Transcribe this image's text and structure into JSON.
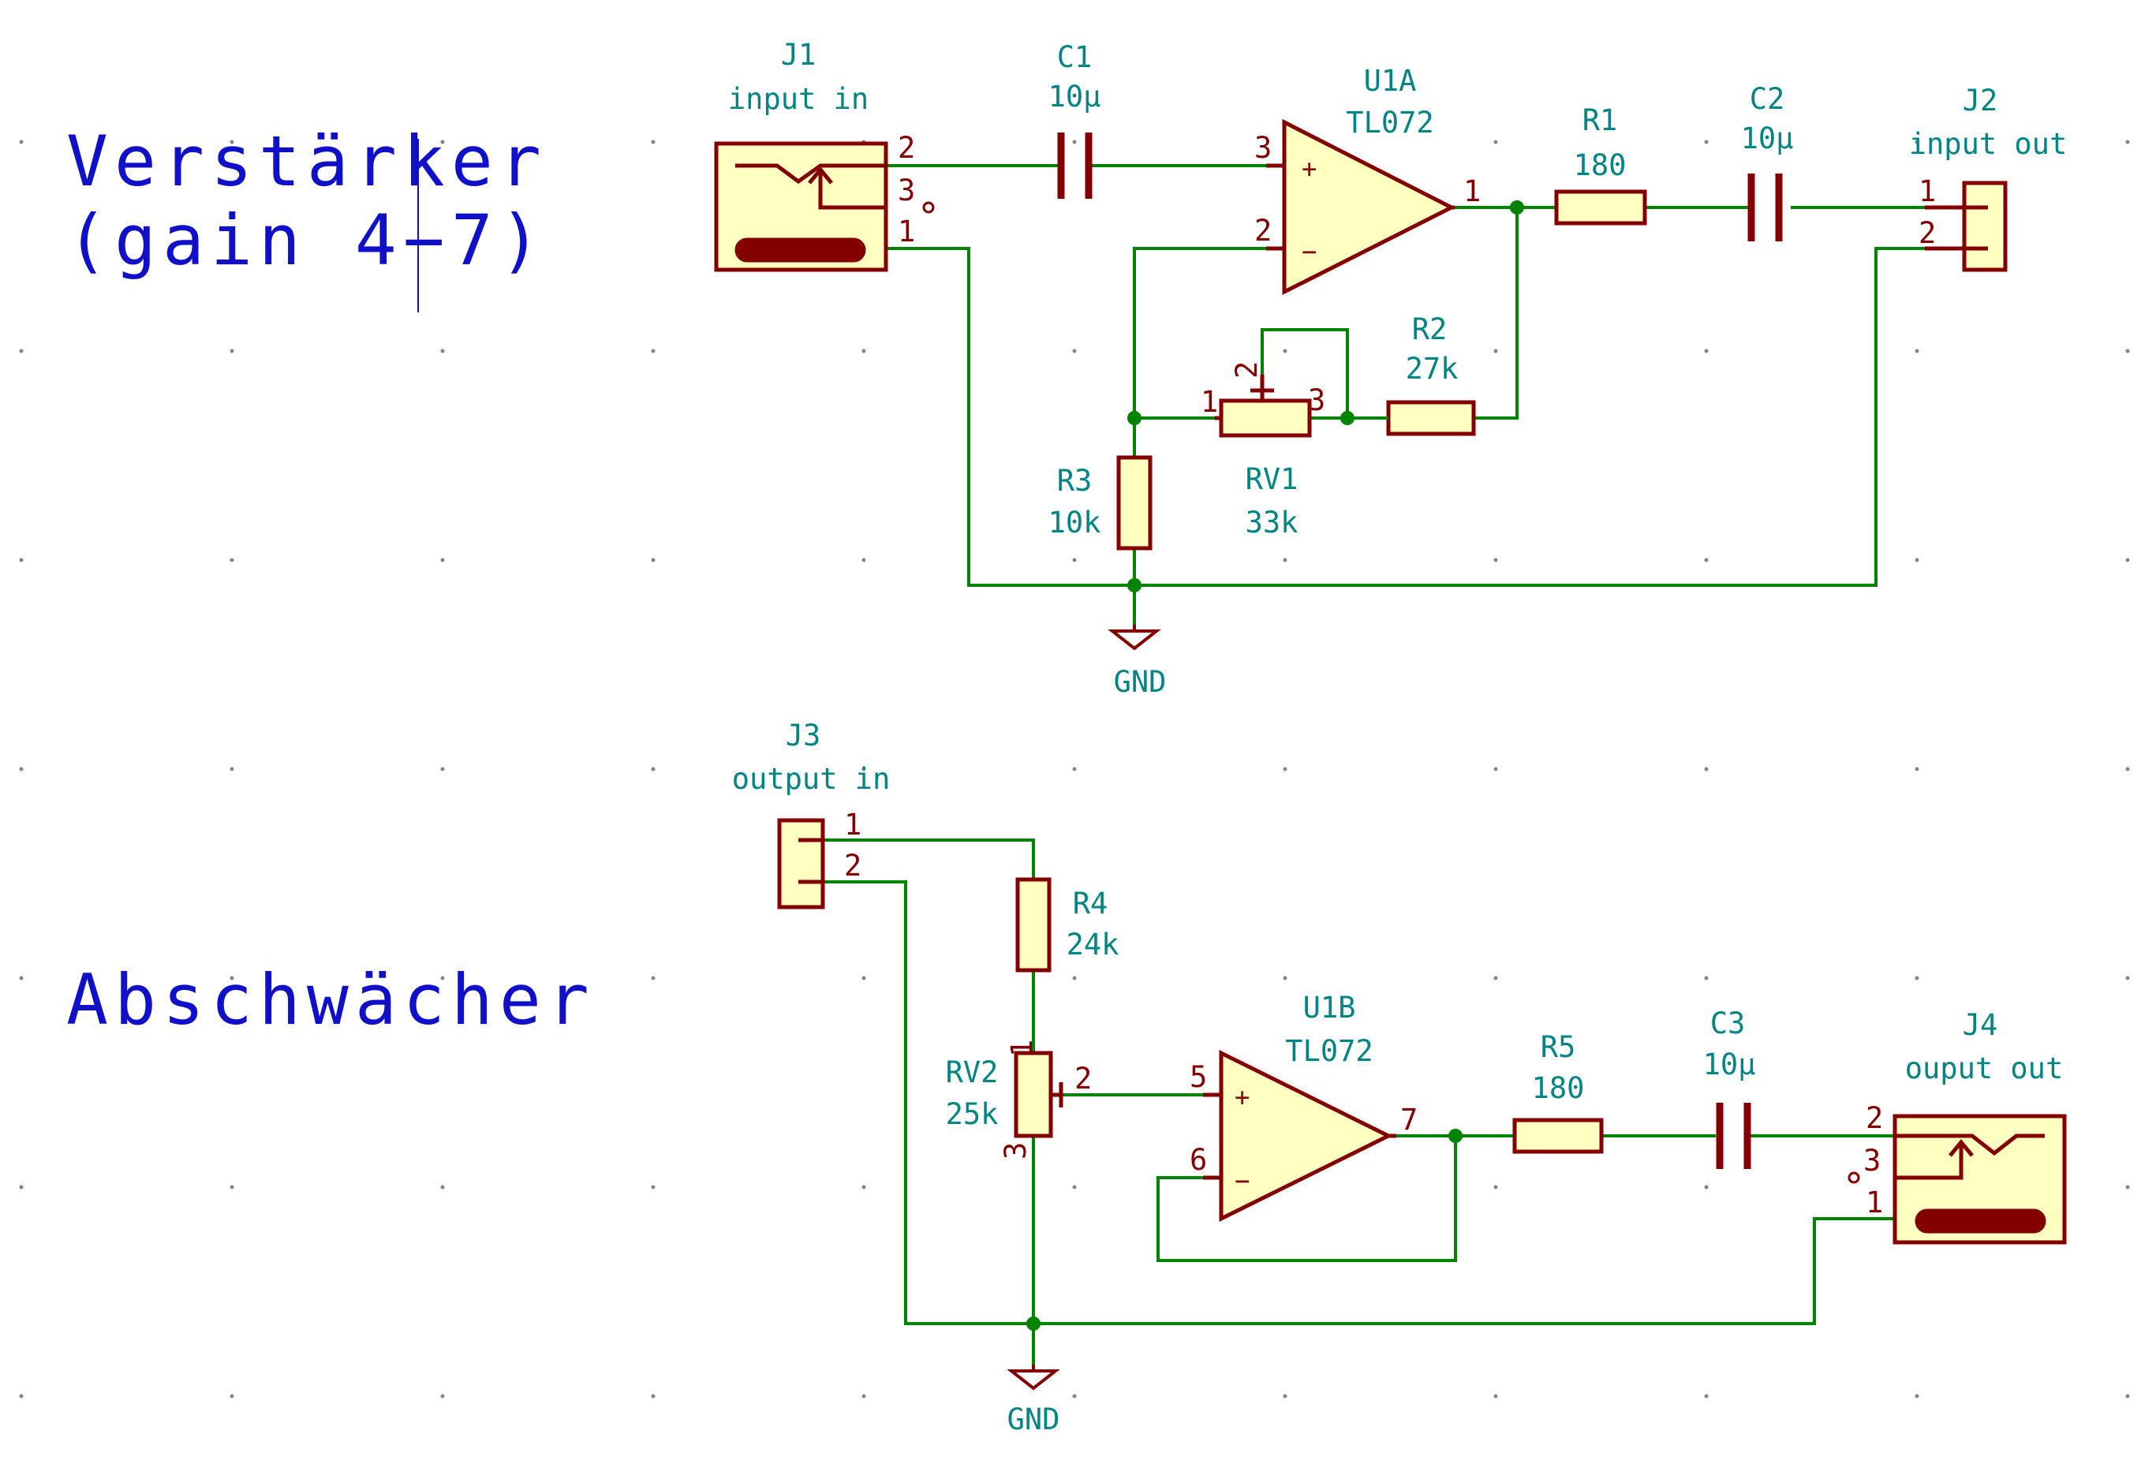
{
  "titles": {
    "amplifier_line1": "Verstärker",
    "amplifier_line2": "(gain 4−7)",
    "attenuator": "Abschwächer"
  },
  "components": {
    "J1": {
      "ref": "J1",
      "value": "input in",
      "pins": [
        "2",
        "3",
        "1"
      ]
    },
    "C1": {
      "ref": "C1",
      "value": "10µ"
    },
    "U1A": {
      "ref": "U1A",
      "value": "TL072",
      "pins": [
        "3",
        "2",
        "1"
      ]
    },
    "R1": {
      "ref": "R1",
      "value": "180"
    },
    "C2": {
      "ref": "C2",
      "value": "10µ"
    },
    "J2": {
      "ref": "J2",
      "value": "input out",
      "pins": [
        "1",
        "2"
      ]
    },
    "R2": {
      "ref": "R2",
      "value": "27k"
    },
    "RV1": {
      "ref": "RV1",
      "value": "33k",
      "pins": [
        "1",
        "2",
        "3"
      ]
    },
    "R3": {
      "ref": "R3",
      "value": "10k"
    },
    "GND1": {
      "value": "GND"
    },
    "J3": {
      "ref": "J3",
      "value": "output in",
      "pins": [
        "1",
        "2"
      ]
    },
    "R4": {
      "ref": "R4",
      "value": "24k"
    },
    "RV2": {
      "ref": "RV2",
      "value": "25k",
      "pins": [
        "1",
        "2",
        "3"
      ]
    },
    "U1B": {
      "ref": "U1B",
      "value": "TL072",
      "pins": [
        "5",
        "6",
        "7"
      ]
    },
    "R5": {
      "ref": "R5",
      "value": "180"
    },
    "C3": {
      "ref": "C3",
      "value": "10µ"
    },
    "J4": {
      "ref": "J4",
      "value": "ouput out",
      "pins": [
        "2",
        "3",
        "1"
      ]
    },
    "GND2": {
      "value": "GND"
    }
  },
  "colors": {
    "wire": "#008400",
    "component": "#840000",
    "component_fill": "#ffffc2",
    "reference_text": "#008484",
    "title_text": "#1010c8"
  }
}
